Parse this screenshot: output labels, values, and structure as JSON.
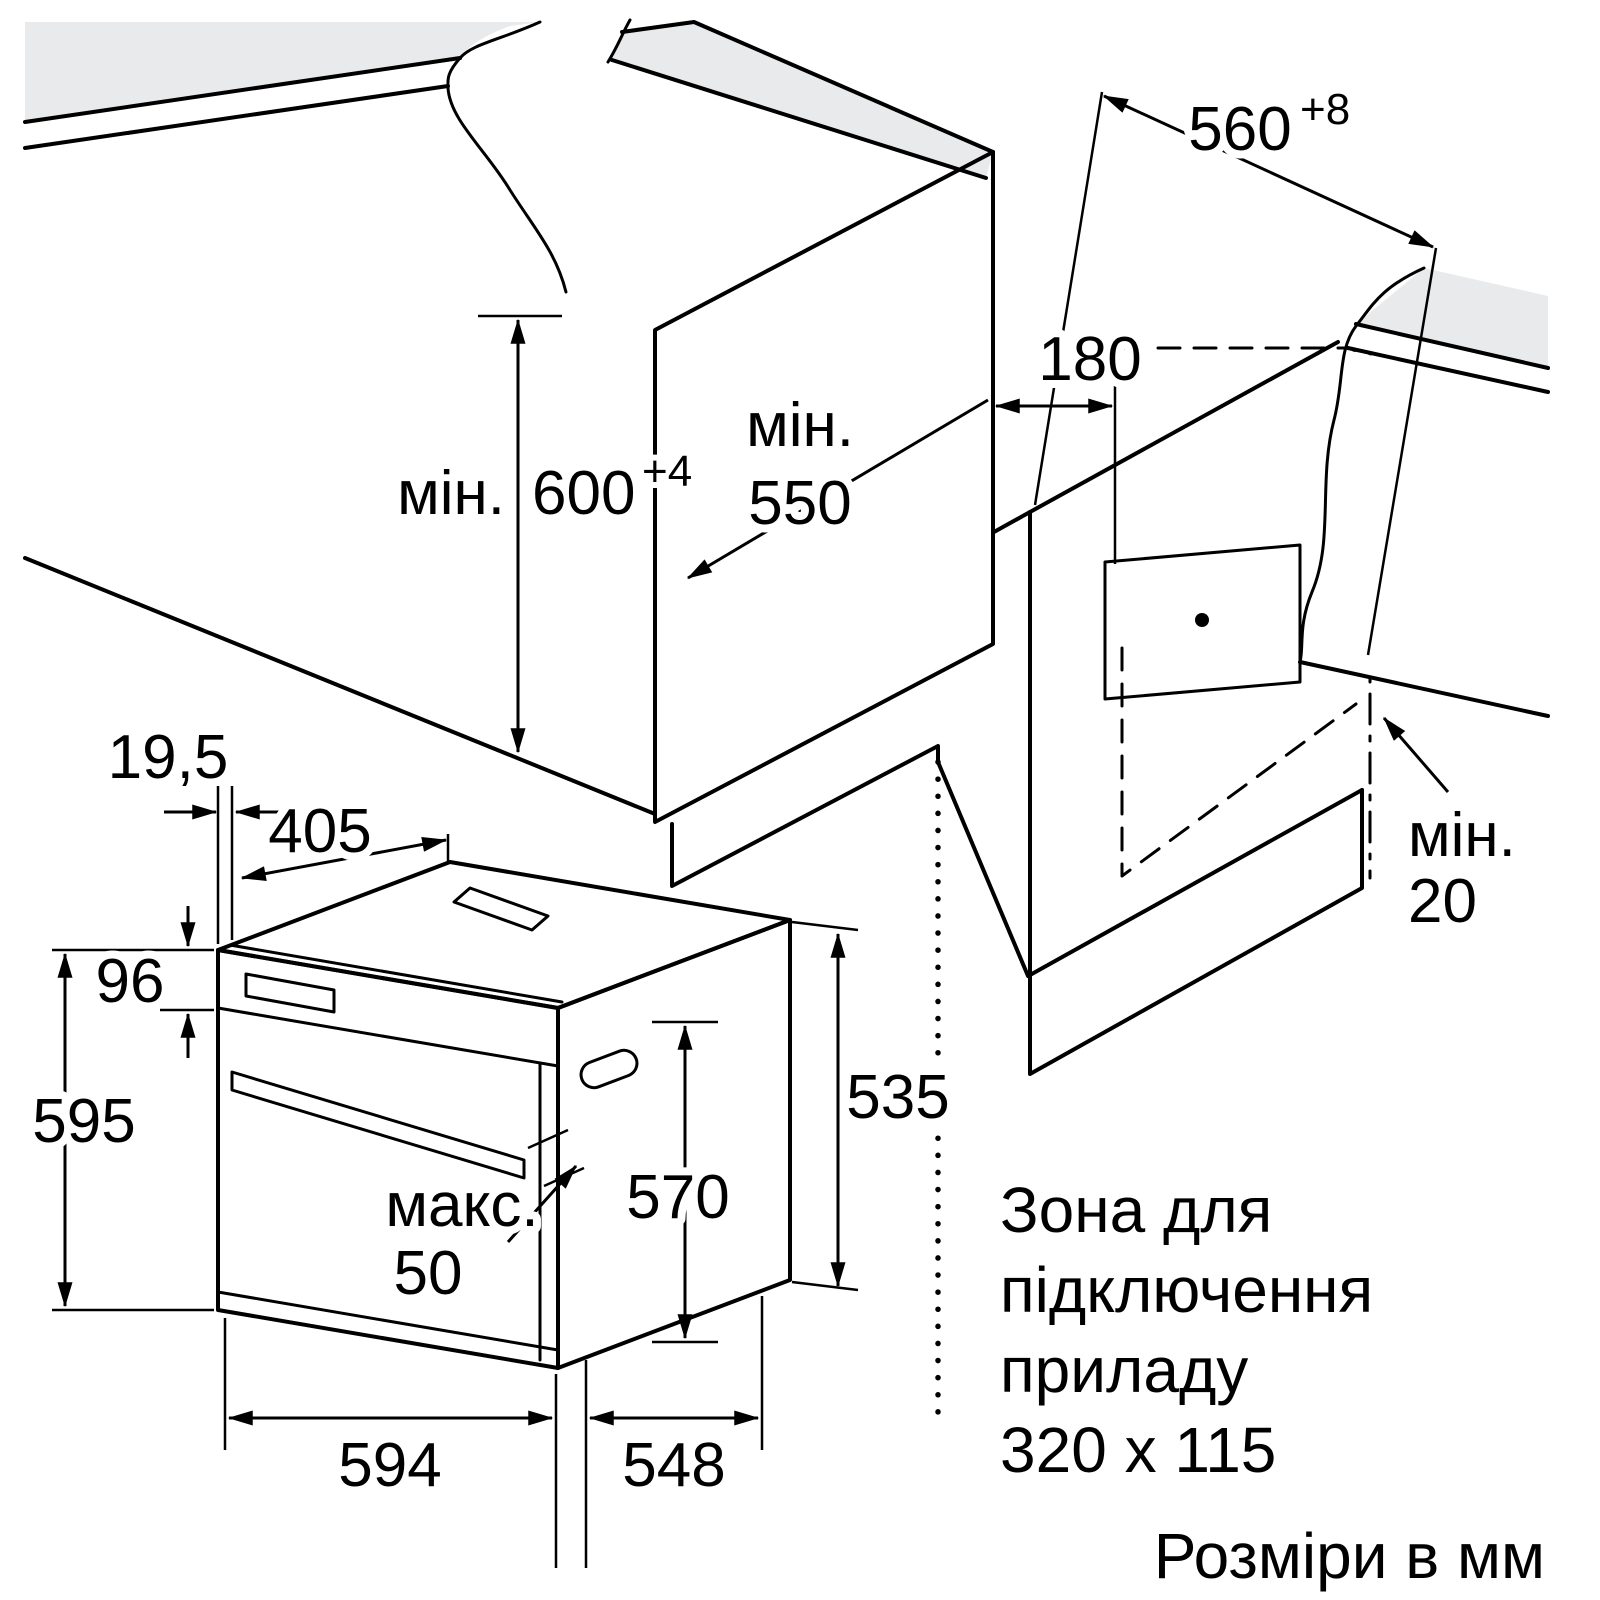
{
  "diagram": {
    "background": "#ffffff",
    "line_color": "#000000",
    "surface_color": "#e8eaeb",
    "labels": {
      "niche_width": {
        "value": "560",
        "sup": "+8"
      },
      "niche_height": {
        "prefix": "мін.",
        "value": "600",
        "sup": "+4"
      },
      "niche_depth": {
        "line1": "мін.",
        "line2": "550"
      },
      "zone_offset": "180",
      "rear_gap": {
        "line1": "мін.",
        "line2": "20"
      },
      "door_offset": "19,5",
      "panel_depth": "405",
      "panel_height": "96",
      "oven_height": "595",
      "handle_depth": {
        "line1": "макс.",
        "line2": "50"
      },
      "body_height": "570",
      "side_height": "535",
      "oven_width": "594",
      "oven_depth": "548"
    },
    "connection_zone": {
      "line1": "Зона для",
      "line2": "підключення",
      "line3": "приладу",
      "line4": "320 x 115"
    },
    "units_note": "Розміри в мм"
  }
}
